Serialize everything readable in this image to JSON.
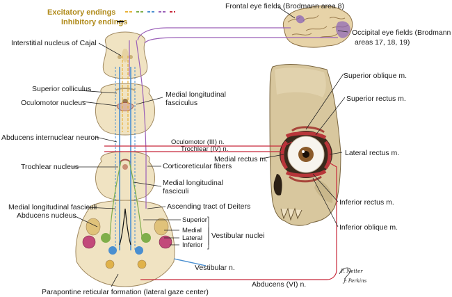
{
  "legend": {
    "excitatory": "Excitatory endings",
    "inhibitory": "Inhibitory endings",
    "colors": [
      "#e8b23a",
      "#7fae4a",
      "#4a8fd0",
      "#9a5fb8",
      "#c8283a"
    ]
  },
  "labels": {
    "interstitial_nucleus": "Interstitial nucleus of Cajal",
    "superior_colliculus": "Superior colliculus",
    "oculomotor_nucleus": "Oculomotor nucleus",
    "mlf_upper_1": "Medial longitudinal",
    "mlf_upper_2": "fasciculus",
    "abducens_internuclear": "Abducens internuclear neuron",
    "oculomotor_nerve": "Oculomotor (III) n.",
    "trochlear_nerve": "Trochlear (IV) n.",
    "trochlear_nucleus": "Trochlear nucleus",
    "corticoreticular": "Corticoreticular fibers",
    "mlf_mid_1": "Medial longitudinal",
    "mlf_mid_2": "fasciculi",
    "mlf_lower": "Medial longitudinal fasciculi",
    "abducens_nucleus": "Abducens nucleus",
    "ascending_deiters": "Ascending tract of Deiters",
    "superior": "Superior",
    "medial": "Medial",
    "lateral": "Lateral",
    "inferior": "Inferior",
    "vestibular_nuclei": "Vestibular nuclei",
    "vestibular_nerve": "Vestibular n.",
    "paramedian_1": "Parapontine reticular formation (lateral gaze center)",
    "abducens_nerve": "Abducens (VI) n.",
    "frontal_eye_1": "Frontal eye fields (Brodmann area 8)",
    "occipital_eye_1": "Occipital eye fields (Brodmann",
    "occipital_eye_2": "areas 17, 18, 19)",
    "superior_oblique": "Superior oblique m.",
    "superior_rectus": "Superior rectus m.",
    "medial_rectus": "Medial rectus m.",
    "lateral_rectus": "Lateral rectus m.",
    "inferior_rectus": "Inferior rectus m.",
    "inferior_oblique": "Inferior oblique m."
  },
  "signature": {
    "name": "F. Netter",
    "credit": "J. Perkins"
  }
}
